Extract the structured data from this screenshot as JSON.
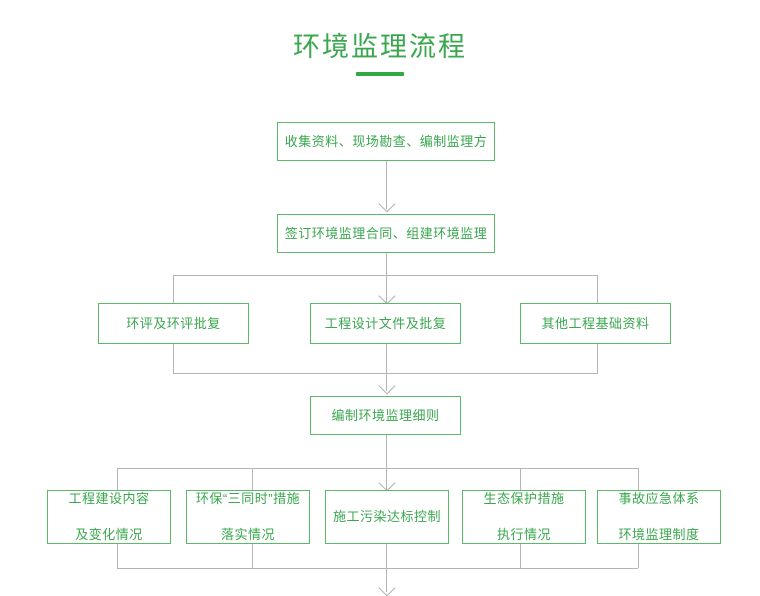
{
  "page": {
    "title": "环境监理流程",
    "accent_color": "#3aa74f",
    "rule_color": "#2eaa43",
    "node_border_color": "#5bb96a",
    "connector_color": "#b5b5b5",
    "background": "#ffffff"
  },
  "flow": {
    "type": "flowchart",
    "direction": "top-to-bottom",
    "levels": [
      {
        "id": "level-1",
        "nodes": [
          {
            "id": "n1",
            "label": "收集资料、现场勘查、编制监理方"
          }
        ]
      },
      {
        "id": "level-2",
        "nodes": [
          {
            "id": "n2",
            "label": "签订环境监理合同、组建环境监理"
          }
        ]
      },
      {
        "id": "level-3",
        "nodes": [
          {
            "id": "n3",
            "label": "环评及环评批复"
          },
          {
            "id": "n4",
            "label": "工程设计文件及批复"
          },
          {
            "id": "n5",
            "label": "其他工程基础资料"
          }
        ]
      },
      {
        "id": "level-4",
        "nodes": [
          {
            "id": "n6",
            "label": "编制环境监理细则"
          }
        ]
      },
      {
        "id": "level-5",
        "nodes": [
          {
            "id": "n7",
            "line1": "工程建设内容",
            "line2": "及变化情况"
          },
          {
            "id": "n8",
            "line1": "环保“三同时”措施",
            "line2": "落实情况"
          },
          {
            "id": "n9",
            "line1": "施工污染达标控制",
            "line2": ""
          },
          {
            "id": "n10",
            "line1": "生态保护措施",
            "line2": "执行情况"
          },
          {
            "id": "n11",
            "line1": "事故应急体系",
            "line2": "环境监理制度"
          }
        ]
      }
    ]
  }
}
